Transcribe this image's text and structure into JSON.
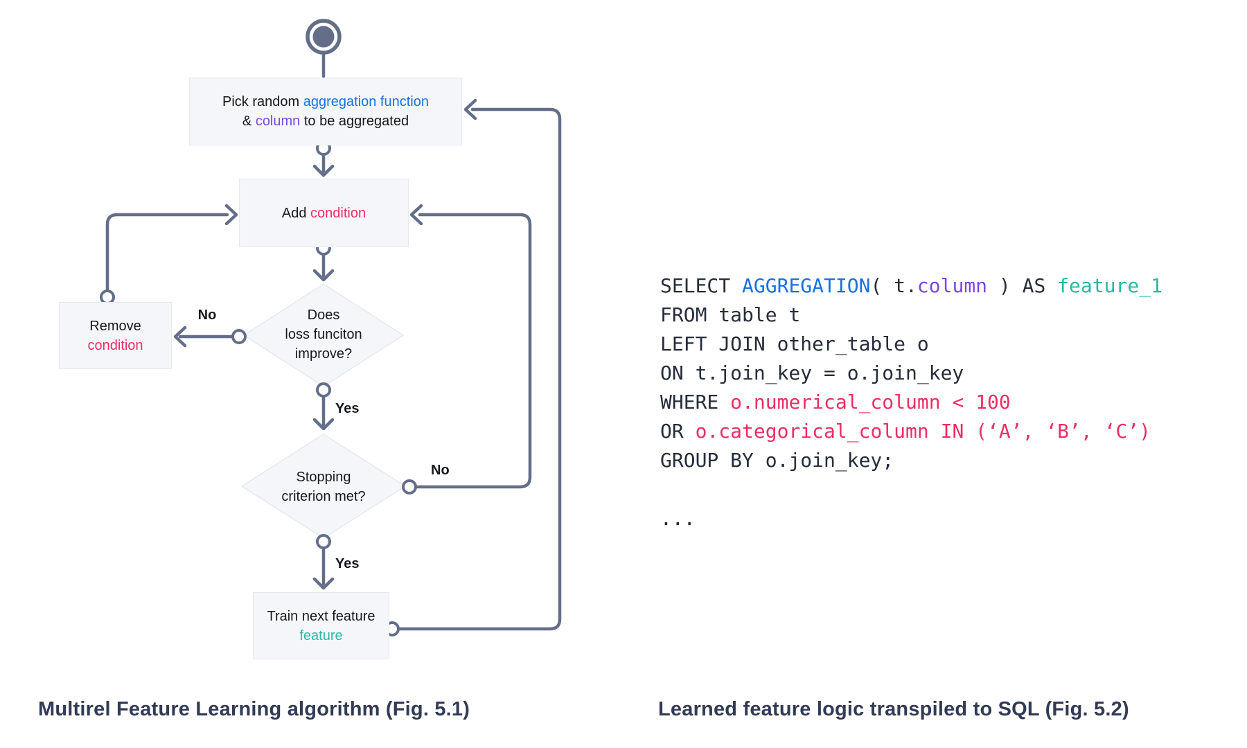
{
  "flowchart": {
    "caption": "Multirel Feature Learning algorithm (Fig. 5.1)",
    "nodes": {
      "pick": {
        "line1_prefix": "Pick random ",
        "line1_highlight": "aggregation function",
        "line2_prefix": "& ",
        "line2_highlight": "column",
        "line2_suffix": " to be aggregated"
      },
      "add": {
        "prefix": "Add ",
        "highlight": "condition"
      },
      "remove": {
        "line1": "Remove",
        "line2": "condition"
      },
      "decision_loss": {
        "line1": "Does",
        "line2": "loss funciton",
        "line3": "improve?"
      },
      "decision_stop": {
        "line1": "Stopping",
        "line2": "criterion met?"
      },
      "train": {
        "line1": "Train next feature",
        "line2": "feature"
      }
    },
    "edge_labels": {
      "no_loss": "No",
      "yes_loss": "Yes",
      "no_stop": "No",
      "yes_stop": "Yes"
    }
  },
  "sql": {
    "caption": "Learned feature logic transpiled to SQL (Fig. 5.2)",
    "lines": [
      [
        {
          "text": "SELECT ",
          "color": "plain"
        },
        {
          "text": "AGGREGATION",
          "color": "blue"
        },
        {
          "text": "( t.",
          "color": "plain"
        },
        {
          "text": "column",
          "color": "purple"
        },
        {
          "text": " ) AS ",
          "color": "plain"
        },
        {
          "text": "feature_1",
          "color": "teal"
        }
      ],
      [
        {
          "text": "FROM table t",
          "color": "plain"
        }
      ],
      [
        {
          "text": "LEFT JOIN other_table o",
          "color": "plain"
        }
      ],
      [
        {
          "text": "ON t.join_key = o.join_key",
          "color": "plain"
        }
      ],
      [
        {
          "text": "WHERE ",
          "color": "plain"
        },
        {
          "text": "o.numerical_column < 100",
          "color": "pink"
        }
      ],
      [
        {
          "text": "OR ",
          "color": "plain"
        },
        {
          "text": "o.categorical_column IN (‘A’, ‘B’, ‘C’)",
          "color": "pink"
        }
      ],
      [
        {
          "text": "GROUP BY o.join_key;",
          "color": "plain"
        }
      ],
      [],
      [
        {
          "text": "...",
          "color": "plain"
        }
      ]
    ]
  },
  "colors": {
    "blue": "#1a70e2",
    "purple": "#7c46e0",
    "pink": "#ec2e62",
    "teal": "#29b8a3",
    "connector": "#646e89",
    "caption": "#323b55",
    "ink": "#15181f",
    "node-fill": "#f5f6f9",
    "node-border": "#e6e9f0",
    "sql-plain": "#262c3a"
  }
}
